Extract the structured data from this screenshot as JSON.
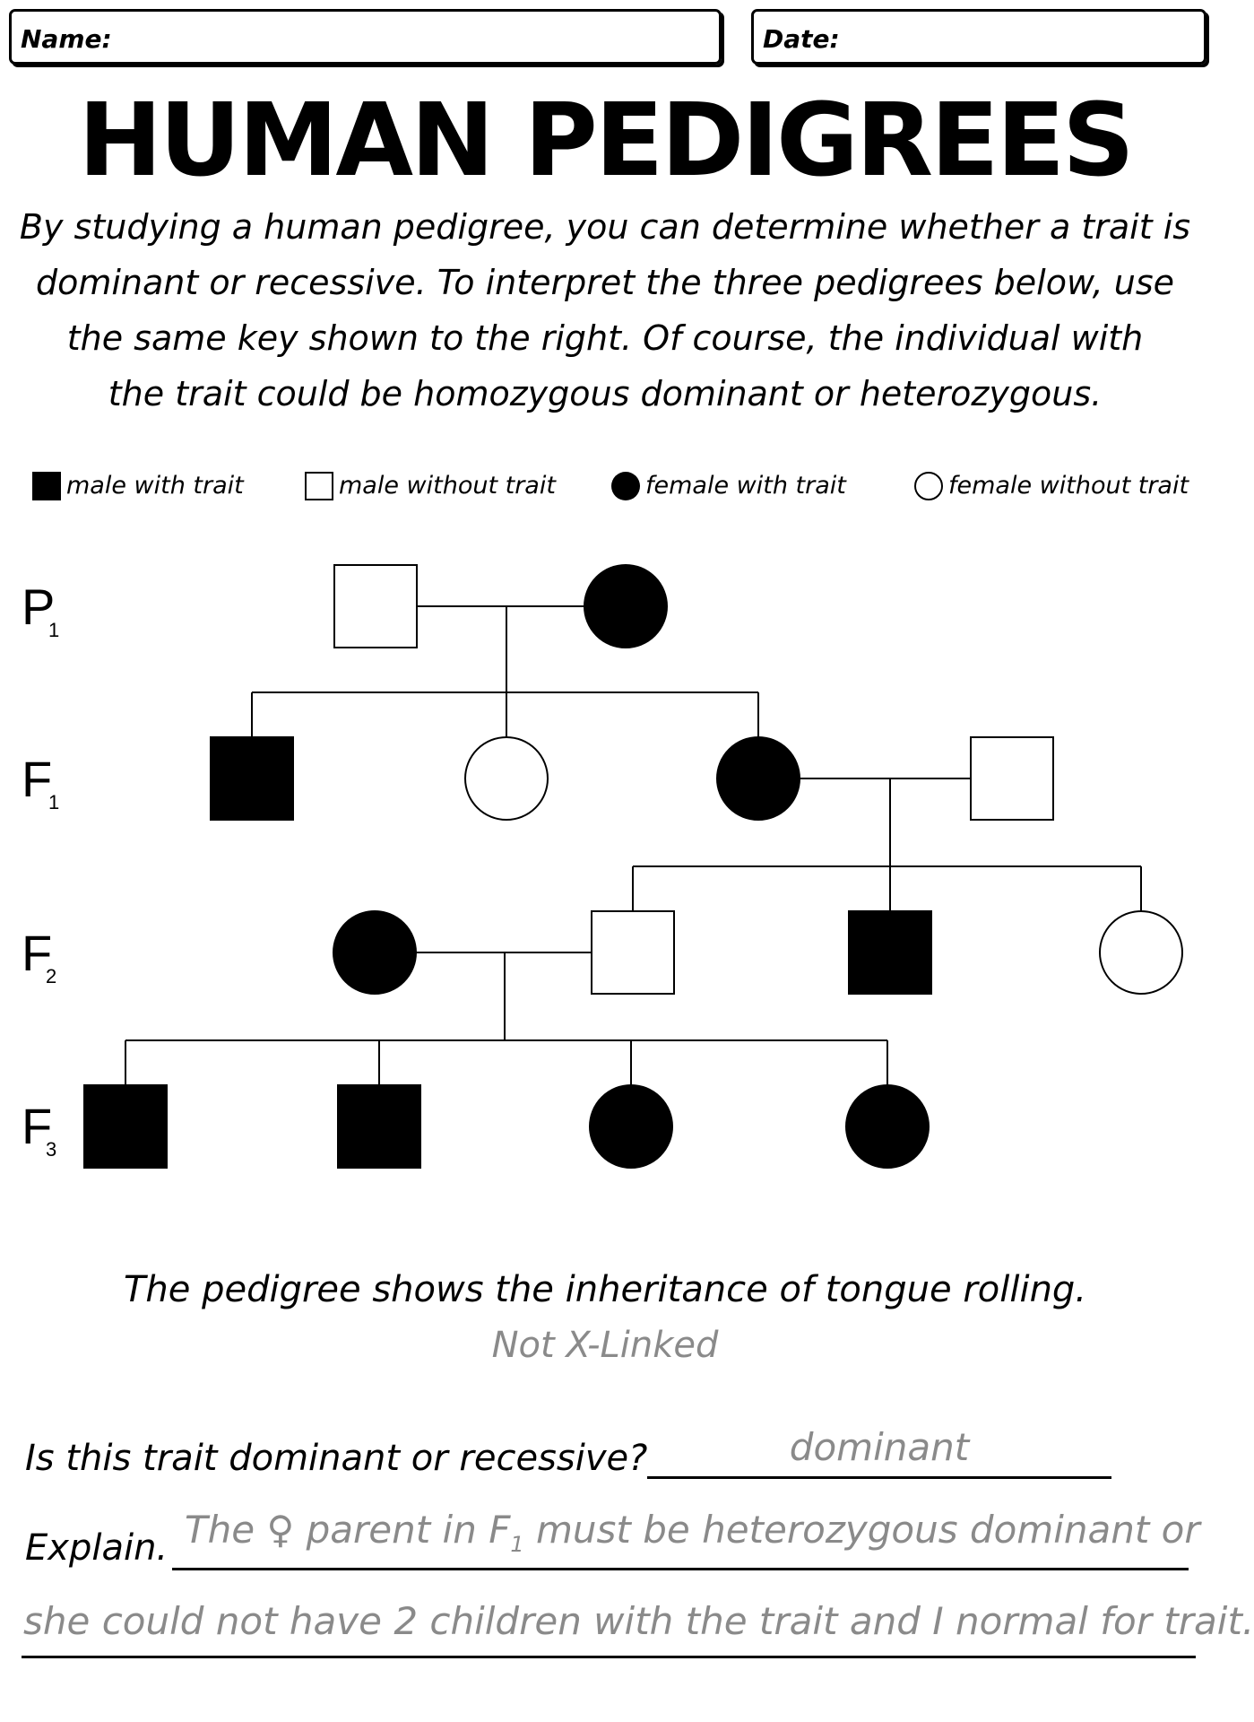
{
  "header": {
    "name_label": "Name:",
    "date_label": "Date:"
  },
  "title": "HUMAN PEDIGREES",
  "intro_lines": [
    "By studying a human pedigree, you can determine whether a trait is",
    "dominant or recessive. To interpret the three pedigrees below, use",
    "the same key shown to the right. Of course, the individual with",
    "the trait could be homozygous dominant or heterozygous."
  ],
  "key": [
    {
      "symbol": "filled-square",
      "label": "male with trait"
    },
    {
      "symbol": "open-square",
      "label": "male without trait"
    },
    {
      "symbol": "filled-circle",
      "label": "female with trait"
    },
    {
      "symbol": "open-circle",
      "label": "female without trait"
    }
  ],
  "generations": [
    {
      "letter": "P",
      "number": "1"
    },
    {
      "letter": "F",
      "number": "1"
    },
    {
      "letter": "F",
      "number": "2"
    },
    {
      "letter": "F",
      "number": "3"
    }
  ],
  "pedigree": {
    "individuals": [
      {
        "id": "p1-father",
        "generation": "P1",
        "sex": "male",
        "trait": false
      },
      {
        "id": "p1-mother",
        "generation": "P1",
        "sex": "female",
        "trait": true
      },
      {
        "id": "f1-son",
        "generation": "F1",
        "sex": "male",
        "trait": true
      },
      {
        "id": "f1-daughter-1",
        "generation": "F1",
        "sex": "female",
        "trait": false
      },
      {
        "id": "f1-daughter-2",
        "generation": "F1",
        "sex": "female",
        "trait": true
      },
      {
        "id": "f1-spouse",
        "generation": "F1",
        "sex": "male",
        "trait": false
      },
      {
        "id": "f2-spouse",
        "generation": "F2",
        "sex": "female",
        "trait": true
      },
      {
        "id": "f2-son-1",
        "generation": "F2",
        "sex": "male",
        "trait": false
      },
      {
        "id": "f2-son-2",
        "generation": "F2",
        "sex": "male",
        "trait": true
      },
      {
        "id": "f2-daughter",
        "generation": "F2",
        "sex": "female",
        "trait": false
      },
      {
        "id": "f3-son-1",
        "generation": "F3",
        "sex": "male",
        "trait": true
      },
      {
        "id": "f3-son-2",
        "generation": "F3",
        "sex": "male",
        "trait": true
      },
      {
        "id": "f3-daughter-1",
        "generation": "F3",
        "sex": "female",
        "trait": true
      },
      {
        "id": "f3-daughter-2",
        "generation": "F3",
        "sex": "female",
        "trait": true
      }
    ]
  },
  "caption": "The pedigree shows the inheritance of tongue rolling.",
  "caption_answer": "Not X-Linked",
  "question": "Is this trait dominant or recessive?",
  "answer": "dominant",
  "explain_label": "Explain.",
  "explain_answer": {
    "part1": "The",
    "symbol": "♀",
    "part2": "parent in F",
    "subscript": "1",
    "part3": "must be heterozygous dominant or",
    "line2": "she could not have 2 children with the trait and I normal for trait."
  }
}
